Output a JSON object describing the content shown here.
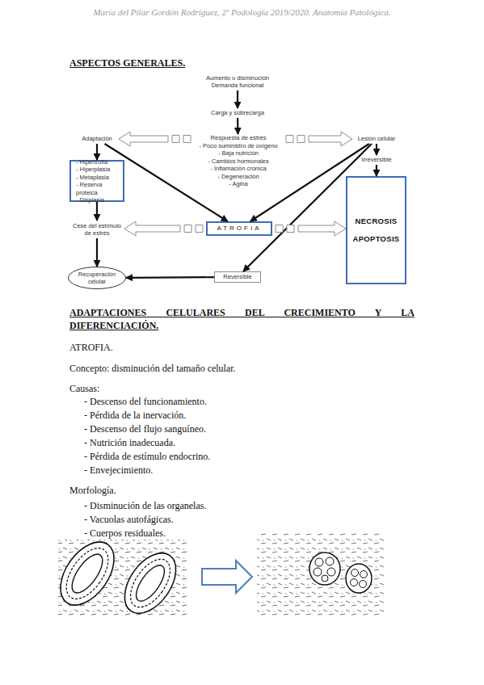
{
  "diagram": {
    "title": "ASPECTOS GENERALES.",
    "nodes": [
      {
        "text": [
          "Aumento o disminución Demanda funcional"
        ]
      },
      {
        "text": [
          "Carga y sobrecarga"
        ]
      },
      {
        "text": [
          "Respuesta de estrés",
          "- Poco suministro de oxígeno",
          "- Baja nutrición",
          "- Cambios hormonales",
          "- Inflamación crónica",
          "- Degeneración",
          "- Agina"
        ]
      },
      {
        "text": [
          "Adaptación"
        ]
      },
      {
        "text": [
          "Lesión celular"
        ]
      },
      {
        "text": [
          "- Hipertrofia",
          "- Hiperplasia",
          "- Metaplasia",
          "- Reserva proteica",
          "- Displasia"
        ]
      },
      {
        "text": [
          "Irreversible"
        ]
      },
      {
        "text": [
          "NECROSIS",
          "APOPTOSIS"
        ]
      },
      {
        "text": [
          "Cese del estímulo de estrés"
        ]
      },
      {
        "text": [
          "ATROFIA"
        ]
      },
      {
        "text": [
          "Recuperación celular"
        ]
      },
      {
        "text": [
          "Reversible"
        ]
      }
    ],
    "edges": [
      {
        "from": 0,
        "to": 1,
        "arrow": "to"
      },
      {
        "from": 1,
        "to": 2,
        "arrow": "to"
      },
      {
        "from": 2,
        "to": 3,
        "arrow": "to"
      },
      {
        "from": 2,
        "to": 4,
        "arrow": "to"
      },
      {
        "from": 3,
        "to": 5,
        "arrow": "to"
      },
      {
        "from": 4,
        "to": 6,
        "arrow": "to"
      },
      {
        "from": 6,
        "to": 7,
        "arrow": "to"
      },
      {
        "from": 3,
        "to": 9,
        "arrow": "to"
      },
      {
        "from": 4,
        "to": 9,
        "arrow": "to"
      },
      {
        "from": 4,
        "to": 11,
        "arrow": "to"
      },
      {
        "from": 5,
        "to": 8,
        "arrow": "to"
      },
      {
        "from": 9,
        "to": 8,
        "arrow": "to"
      },
      {
        "from": 9,
        "to": 7,
        "arrow": "to"
      },
      {
        "from": 8,
        "to": 10,
        "arrow": "to"
      },
      {
        "from": 11,
        "to": 10,
        "arrow": "to"
      }
    ],
    "labels": [
      "María del Pilar Gordón Rodríguez, 2º Podología 2019/2020. Anatomía Patológica.",
      "ADAPTACIONES CELULARES DEL CRECIMIENTO Y LA DIFERENCIACIÓN.",
      "ATROFIA.",
      "Concepto: disminución del tamaño celular.",
      "Causas:",
      "- Descenso del funcionamiento.",
      "- Pérdida de la inervación.",
      "- Descenso del flujo sanguíneo.",
      "- Nutrición inadecuada.",
      "- Pérdida de estímulo endocrino.",
      "- Envejecimiento.",
      "Morfología.",
      "- Disminución de las organelas.",
      "- Vacuolas autofágicas.",
      "- Cuerpos residuales."
    ]
  }
}
